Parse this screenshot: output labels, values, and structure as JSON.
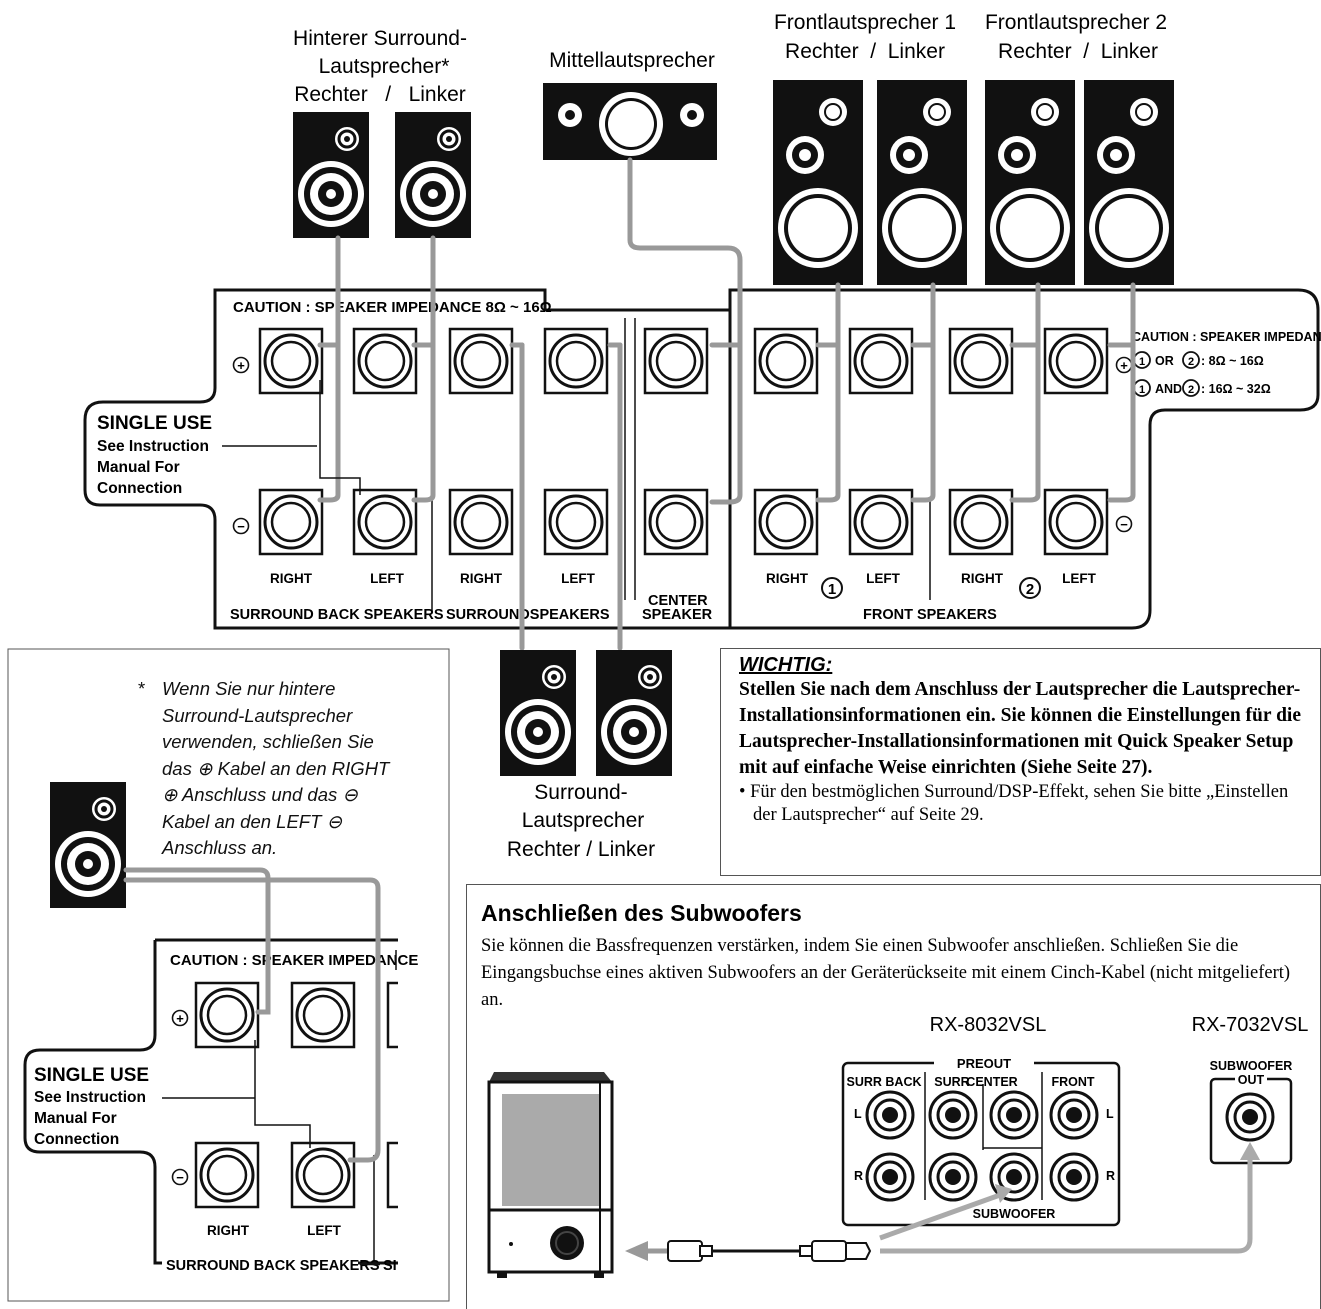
{
  "labels": {
    "rear_surround_title_l1": "Hinterer Surround-",
    "rear_surround_title_l2": "Lautsprecher*",
    "rear_surround_title_l3": "Rechter   /   Linker",
    "center_title": "Mittellautsprecher",
    "front1_title_l1": "Frontlautsprecher 1",
    "front1_title_l2": "Rechter  /  Linker",
    "front2_title_l1": "Frontlautsprecher 2",
    "front2_title_l2": "Rechter  /  Linker",
    "surround_title_l1": "Surround-",
    "surround_title_l2": "Lautsprecher",
    "surround_title_l3": "Rechter / Linker"
  },
  "panel": {
    "caution_left": "CAUTION : SPEAKER  IMPEDANCE 8Ω ~ 16Ω",
    "caution_right_l1": "CAUTION : SPEAKER IMPEDANCE",
    "caution_right_l2": "OR",
    "caution_right_l2b": ":  8Ω ~ 16Ω",
    "caution_right_l3": "AND",
    "caution_right_l3b": ": 16Ω ~ 32Ω",
    "single_use": "SINGLE USE",
    "see_instruction": "See Instruction",
    "manual_for": "Manual For",
    "connection": "Connection",
    "right": "RIGHT",
    "left": "LEFT",
    "num1": "1",
    "num2": "2",
    "surround_back_speakers": "SURROUND BACK SPEAKERS",
    "surround_speakers": "SURROUNDSPEAKERS",
    "center": "CENTER",
    "speaker": "SPEAKER",
    "front_speakers": "FRONT SPEAKERS",
    "plus": "+",
    "minus": "−"
  },
  "inset": {
    "caution": "CAUTION : SPEAKER  IMPEDANCE",
    "truncated": "SI"
  },
  "footnote": {
    "star": "*",
    "l1": "Wenn Sie nur hintere",
    "l2": "Surround-Lautsprecher",
    "l3": "verwenden, schließen Sie",
    "l4a": "das ",
    "l4b": " Kabel an den RIGHT",
    "l5a": "",
    "l5b": " Anschluss und das ",
    "l6a": "Kabel an den LEFT ",
    "l7": "Anschluss an."
  },
  "wichtig": {
    "header": "WICHTIG:",
    "bold_text": "Stellen Sie nach dem Anschluss der Lautsprecher die Lautsprecher-Installationsinformationen ein. Sie können die Einstellungen für die Lautsprecher-Installationsinformationen mit Quick Speaker Setup mit auf einfache Weise einrichten (Siehe Seite 27).",
    "bullet": "• Für den bestmöglichen Surround/DSP-Effekt, sehen Sie bitte „Einstellen der Lautsprecher“ auf Seite 29."
  },
  "subwoofer": {
    "title": "Anschließen des Subwoofers",
    "para": "Sie können die Bassfrequenzen verstärken, indem Sie einen Subwoofer anschließen. Schließen Sie die Eingangsbuchse eines aktiven Subwoofers an der Geräterückseite mit einem Cinch-Kabel (nicht mitgeliefert) an.",
    "model_a": "RX-8032VSL",
    "model_b": "RX-7032VSL",
    "preout": "PREOUT",
    "surr_back": "SURR BACK",
    "surr": "SURR",
    "center": "CENTER",
    "front": "FRONT",
    "L": "L",
    "R": "R",
    "subwoofer_label": "SUBWOOFER",
    "subwoofer_out_l1": "SUBWOOFER",
    "subwoofer_out_l2": "OUT"
  }
}
